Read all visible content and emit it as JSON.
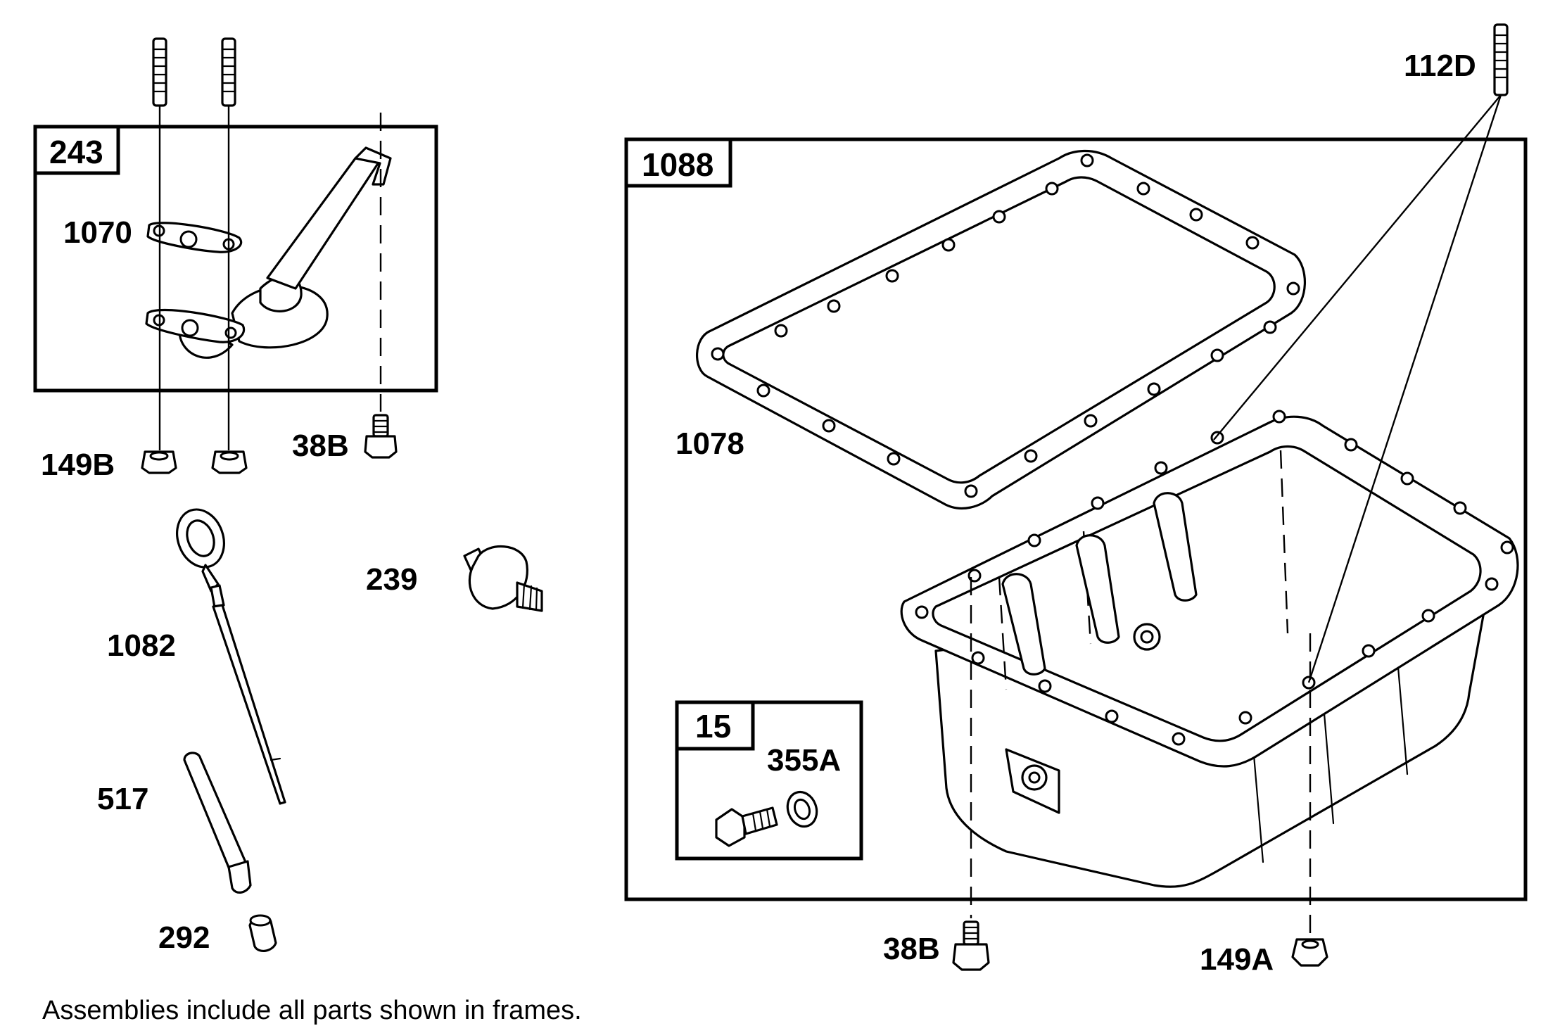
{
  "frames": {
    "oil_pickup_assembly": "243",
    "oil_pan_assembly": "1088",
    "drain_plug_assembly": "15"
  },
  "parts": {
    "gasket_1070": "1070",
    "nut_149b": "149B",
    "bolt_38b_top": "38B",
    "knock_sensor_239": "239",
    "dipstick_1082": "1082",
    "tube_517": "517",
    "seal_292": "292",
    "gasket_1078": "1078",
    "stud_112d": "112D",
    "washer_355a": "355A",
    "bolt_38b_bottom": "38B",
    "nut_149a": "149A"
  },
  "footnote": "Assemblies include all parts shown in frames."
}
